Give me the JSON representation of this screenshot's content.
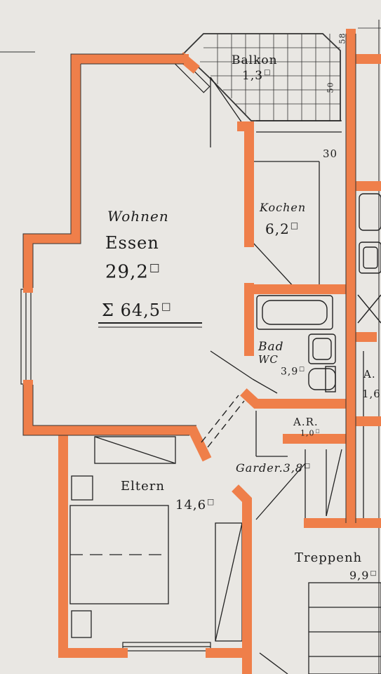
{
  "rooms": {
    "wohnen": {
      "name_line1": "Wohnen",
      "name_line2": "Essen",
      "area": "29,2",
      "area_unit": "□"
    },
    "total": {
      "label": "Σ 64,5",
      "unit": "□"
    },
    "balkon": {
      "name": "Balkon",
      "area": "1,3",
      "unit": "□"
    },
    "kochen": {
      "name": "Kochen",
      "area": "6,2",
      "unit": "□"
    },
    "bad": {
      "name_line1": "Bad",
      "name_line2": "WC",
      "area": "3,9",
      "unit": "□"
    },
    "ar": {
      "name": "A.R.",
      "area": "1,0",
      "unit": "□"
    },
    "garder": {
      "name": "Garder.",
      "area": "3,8",
      "unit": "□"
    },
    "eltern": {
      "name": "Eltern",
      "area": "14,6",
      "unit": "□"
    },
    "treppenhaus": {
      "name": "Treppenh",
      "area": "9,9",
      "unit": "□"
    },
    "neighbor": {
      "name": "A.",
      "area": "1,6"
    }
  },
  "dimensions": {
    "d30": "30",
    "d58": "58",
    "d50": "50"
  },
  "colors": {
    "paper": "#e9e7e3",
    "wall": "#ef7f4a",
    "ink": "#1c1c1c"
  }
}
